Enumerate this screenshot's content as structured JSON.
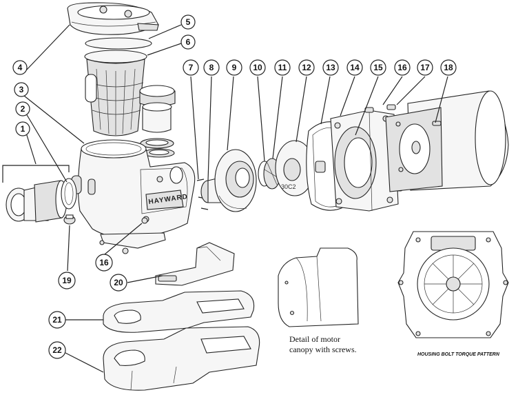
{
  "callouts": {
    "c1": "1",
    "c2": "2",
    "c3": "3",
    "c4": "4",
    "c5": "5",
    "c6": "6",
    "c7": "7",
    "c8": "8",
    "c9": "9",
    "c10": "10",
    "c11": "11",
    "c12": "12",
    "c13": "13",
    "c14": "14",
    "c15": "15",
    "c16a": "16",
    "c16b": "16",
    "c17": "17",
    "c18": "18",
    "c19": "19",
    "c20": "20",
    "c21": "21",
    "c22": "22"
  },
  "labels": {
    "brand": "HAYWARD",
    "impeller_stamp": "30C2",
    "canopy_caption_line1": "Detail of motor",
    "canopy_caption_line2": "canopy with screws.",
    "torque_title": "HOUSING BOLT TORQUE PATTERN"
  }
}
